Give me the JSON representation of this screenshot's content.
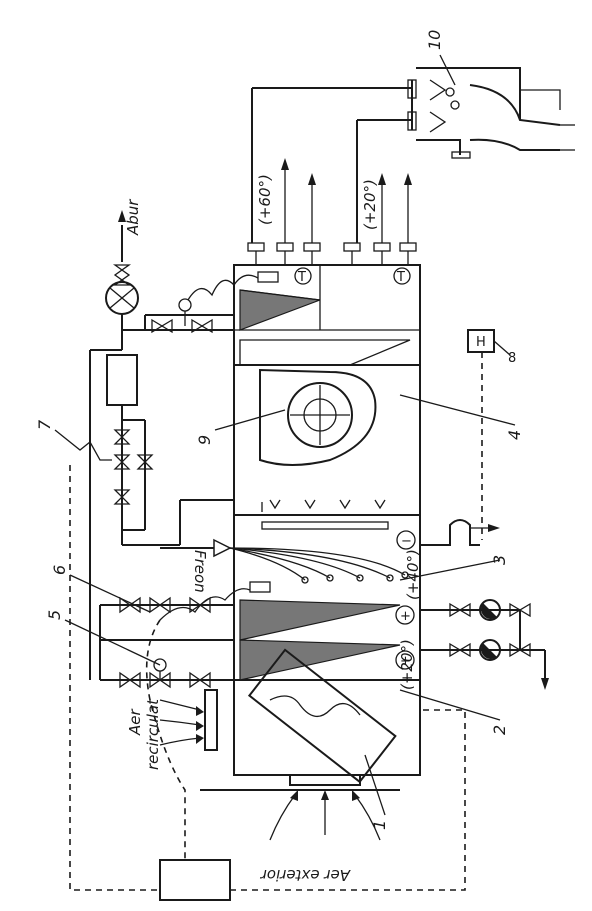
{
  "labels": {
    "abur": "Abur",
    "freon": "Freon",
    "aer_recirculat_1": "Aer",
    "aer_recirculat_2": "recirculat",
    "aer_exterior": "Aer exterior",
    "temp_60": "(+60°)",
    "temp_20_top": "(+20°)",
    "temp_40": "(+40°)",
    "temp_20_bottom": "(+20°)",
    "h_box": "H",
    "t_top": "T",
    "t_bottom": "T",
    "plus_1": "+",
    "plus_2": "+",
    "minus": "−"
  },
  "numbers": {
    "n1": "1",
    "n2": "2",
    "n3": "3",
    "n4": "4",
    "n5": "5",
    "n6": "6",
    "n7": "7",
    "n9": "9",
    "n10": "10"
  }
}
